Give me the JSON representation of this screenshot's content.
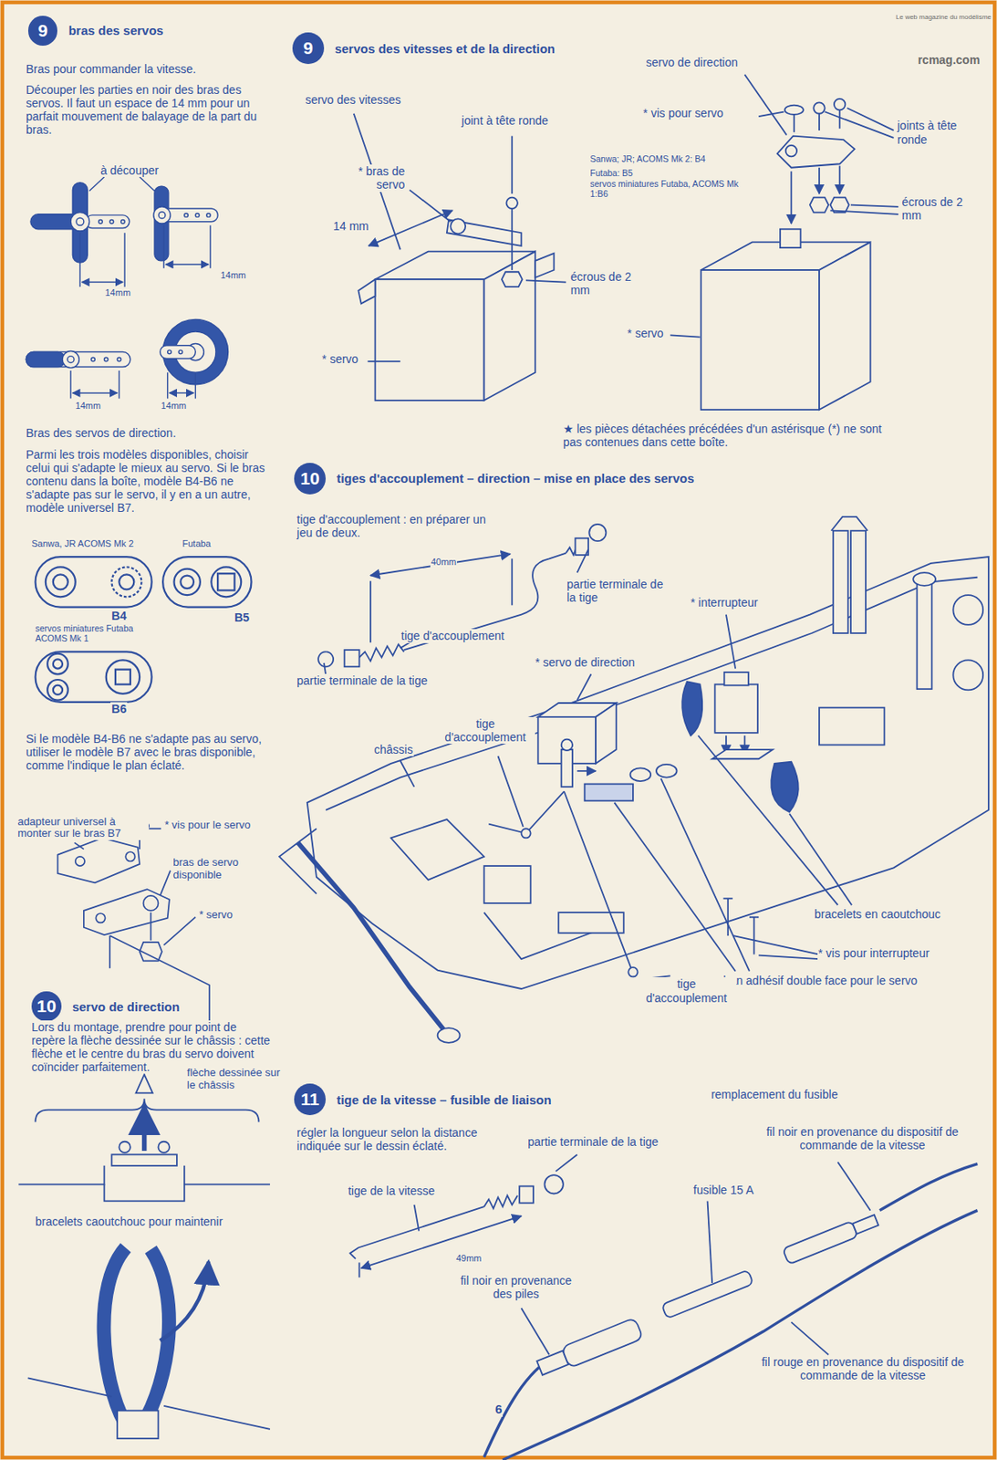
{
  "diagram": {
    "nodes": [
      {
        "text": [
          "9",
          "bras des servos"
        ]
      },
      {
        "text": [
          "9",
          "servos des vitesses et de la direction"
        ]
      },
      {
        "text": [
          "10",
          "tiges d'accouplement – direction – mise en place des servos"
        ]
      },
      {
        "text": [
          "10",
          "servo de direction"
        ]
      },
      {
        "text": [
          "11",
          "tige de la vitesse – fusible de liaison"
        ]
      }
    ],
    "edges": [],
    "labels": [
      "Bras pour commander la vitesse.",
      "Découper les parties en noir des bras des servos. Il faut un espace de 14 mm pour un parfait mouvement de balayage de la part du bras.",
      "à découper",
      "14mm",
      "14mm",
      "14mm",
      "14mm",
      "Bras des servos de direction.",
      "Parmi les trois modèles disponibles, choisir celui qui s'adapte le mieux au servo. Si le bras contenu dans la boîte, modèle B4-B6 ne s'adapte pas sur le servo, il y en a un autre, modèle universel B7.",
      "Sanwa, JR ACOMS Mk 2",
      "Futaba",
      "B4",
      "servos miniatures Futaba ACOMS Mk 1",
      "B5",
      "B6",
      "Si le modèle B4-B6 ne s'adapte pas au servo, utiliser le modèle B7 avec le bras disponible, comme l'indique le plan éclaté.",
      "adapteur universel à monter sur le bras B7",
      "* vis pour le servo",
      "bras de servo disponible",
      "* servo",
      "Lors du montage, prendre pour point de repère la flèche dessinée sur le châssis : cette flèche et le centre du bras du servo doivent coïncider parfaitement.",
      "flèche dessinée sur le châssis",
      "bracelets caoutchouc pour maintenir",
      "servo de direction",
      "servo des vitesses",
      "joint à tête ronde",
      "* vis pour servo",
      "joints à tête ronde",
      "Sanwa; JR; ACOMS Mk 2: B4",
      "Futaba: B5",
      "servos miniatures Futaba, ACOMS Mk 1:B6",
      "* bras de servo",
      "14 mm",
      "écrous de 2 mm",
      "écrous de 2 mm",
      "* servo",
      "* servo",
      "★ les pièces détachées précédées d'un astérisque (*) ne sont pas contenues dans cette boîte.",
      "tige d'accouplement : en préparer un jeu de deux.",
      "40mm",
      "partie terminale de la tige",
      "* interrupteur",
      "tige d'accouplement",
      "partie terminale de la tige",
      "* servo de direction",
      "tige d'accouplement",
      "châssis",
      "bracelets en caoutchouc",
      "* vis pour interrupteur",
      "ruban adhésif double face pour le servo",
      "tige d'accouplement",
      "régler la longueur selon la distance indiquée sur le dessin éclaté.",
      "partie terminale de la tige",
      "remplacement du fusible",
      "fil noir en provenance du dispositif de commande de la vitesse",
      "tige de la vitesse",
      "fusible 15 A",
      "49mm",
      "fil noir en provenance des piles",
      "fil rouge en provenance du dispositif de commande de la vitesse",
      "6",
      "rcmag.com",
      "Le web magazine du modélisme"
    ]
  }
}
